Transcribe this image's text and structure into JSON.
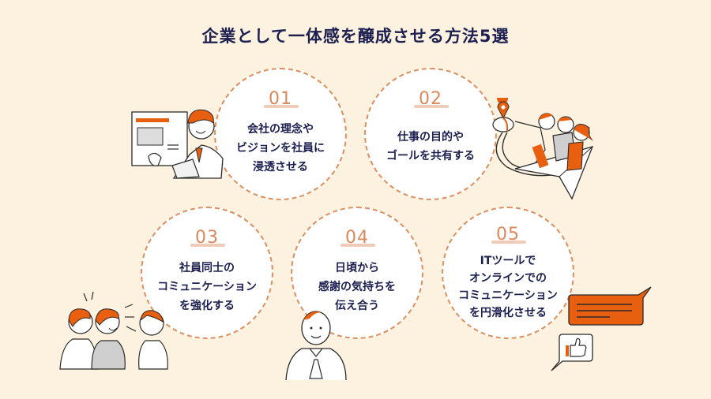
{
  "title": "企業として一体感を醸成させる方法5選",
  "colors": {
    "background": "#fdf2e0",
    "title_text": "#1c1f4f",
    "circle_fill": "#ffffff",
    "circle_border": "#de8f5f",
    "number_text": "#d9895c",
    "accent_orange": "#e8600f",
    "line": "#2a2a2a"
  },
  "methods": [
    {
      "number": "01",
      "label": "会社の理念や\nビジョンを社員に\n浸透させる",
      "illustration": "presenter-with-whiteboard"
    },
    {
      "number": "02",
      "label": "仕事の目的や\nゴールを共有する",
      "illustration": "team-riding-paper-plane-to-goal-pin"
    },
    {
      "number": "03",
      "label": "社員同士の\nコミュニケーション\nを強化する",
      "illustration": "coworkers-chatting"
    },
    {
      "number": "04",
      "label": "日頃から\n感謝の気持ちを\n伝え合う",
      "illustration": "man-with-grateful-hands"
    },
    {
      "number": "05",
      "label": "ITツールで\nオンラインでの\nコミュニケーション\nを円滑化させる",
      "illustration": "chat-bubbles-thumbs-up"
    }
  ]
}
